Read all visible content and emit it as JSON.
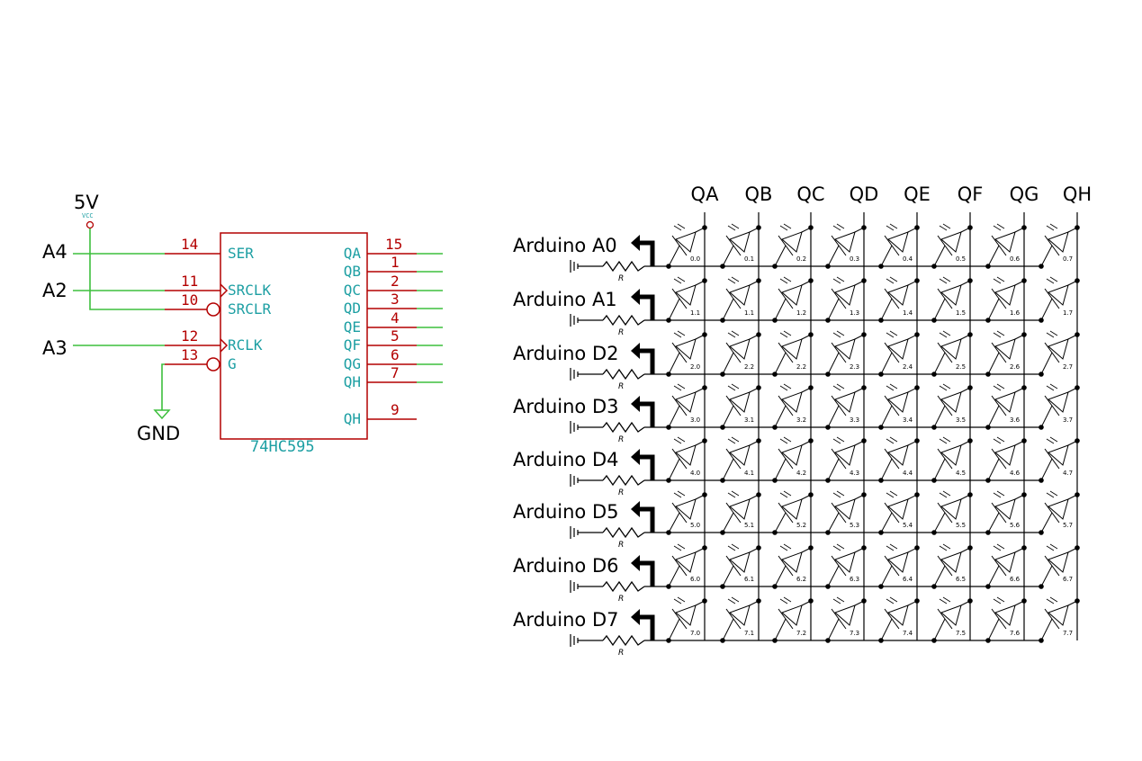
{
  "colors": {
    "wire_green": "#3dbf3d",
    "pin_red": "#b30000",
    "label_teal": "#1d9fa3",
    "ink_black": "#000000"
  },
  "shift_register": {
    "part_name": "74HC595",
    "power_label": "5V",
    "vcc_label": "VCC",
    "ground_label": "GND",
    "inputs": [
      {
        "net": "A4",
        "pin": "14",
        "name": "SER"
      },
      {
        "net": "A2",
        "pin": "11",
        "name": "SRCLK"
      },
      {
        "net": "",
        "pin": "10",
        "name": "SRCLR"
      },
      {
        "net": "A3",
        "pin": "12",
        "name": "RCLK"
      },
      {
        "net": "",
        "pin": "13",
        "name": "G"
      }
    ],
    "outputs": [
      {
        "name": "QA",
        "pin": "15"
      },
      {
        "name": "QB",
        "pin": "1"
      },
      {
        "name": "QC",
        "pin": "2"
      },
      {
        "name": "QD",
        "pin": "3"
      },
      {
        "name": "QE",
        "pin": "4"
      },
      {
        "name": "QF",
        "pin": "5"
      },
      {
        "name": "QG",
        "pin": "6"
      },
      {
        "name": "QH",
        "pin": "7"
      }
    ],
    "serial_out": {
      "name": "QH",
      "pin": "9"
    }
  },
  "matrix": {
    "columns": [
      "QA",
      "QB",
      "QC",
      "QD",
      "QE",
      "QF",
      "QG",
      "QH"
    ],
    "rows": [
      "Arduino A0",
      "Arduino A1",
      "Arduino D2",
      "Arduino D3",
      "Arduino D4",
      "Arduino D5",
      "Arduino D6",
      "Arduino D7"
    ],
    "resistor_label": "R",
    "led_labels": [
      [
        "0.0",
        "0.1",
        "0.2",
        "0.3",
        "0.4",
        "0.5",
        "0.6",
        "0.7"
      ],
      [
        "1.1",
        "1.1",
        "1.2",
        "1.3",
        "1.4",
        "1.5",
        "1.6",
        "1.7"
      ],
      [
        "2.0",
        "2.2",
        "2.2",
        "2.3",
        "2.4",
        "2.5",
        "2.6",
        "2.7"
      ],
      [
        "3.0",
        "3.1",
        "3.2",
        "3.3",
        "3.4",
        "3.5",
        "3.6",
        "3.7"
      ],
      [
        "4.0",
        "4.1",
        "4.2",
        "4.3",
        "4.4",
        "4.5",
        "4.6",
        "4.7"
      ],
      [
        "5.0",
        "5.1",
        "5.2",
        "5.3",
        "5.4",
        "5.5",
        "5.6",
        "5.7"
      ],
      [
        "6.0",
        "6.1",
        "6.2",
        "6.3",
        "6.4",
        "6.5",
        "6.6",
        "6.7"
      ],
      [
        "7.0",
        "7.1",
        "7.2",
        "7.3",
        "7.4",
        "7.5",
        "7.6",
        "7.7"
      ]
    ]
  }
}
